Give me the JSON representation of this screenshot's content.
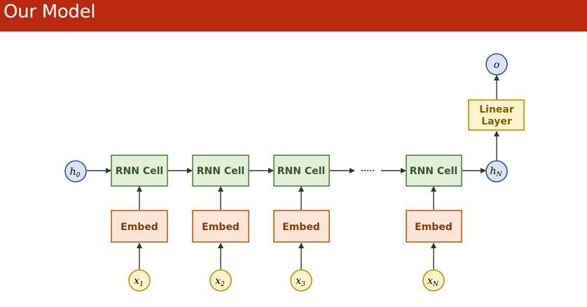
{
  "title": "Our Model",
  "colors": {
    "title_bar": "#B8290F",
    "rnn_fill": "#E2F0D9",
    "rnn_stroke": "#548235",
    "rnn_text": "#385723",
    "embed_fill": "#FBE5D6",
    "embed_stroke": "#C55A11",
    "embed_text": "#843C0C",
    "linear_fill": "#FFF2CC",
    "linear_stroke": "#BF9000",
    "linear_text": "#7F6000",
    "h_node_fill": "#DAE3F3",
    "h_node_stroke": "#2F5597",
    "x_node_fill": "#FFF2CC",
    "x_node_stroke": "#BF9000",
    "arrow": "#333333"
  },
  "diagram": {
    "rnn_cell_label": "RNN Cell",
    "embed_label": "Embed",
    "linear_label_line1": "Linear",
    "linear_label_line2": "Layer",
    "h0": {
      "base": "h",
      "sub": "0"
    },
    "hN": {
      "base": "h",
      "sub": "N"
    },
    "output": "o",
    "inputs": [
      {
        "base": "x",
        "sub": "1"
      },
      {
        "base": "x",
        "sub": "2"
      },
      {
        "base": "x",
        "sub": "3"
      },
      {
        "base": "x",
        "sub": "N"
      }
    ]
  }
}
